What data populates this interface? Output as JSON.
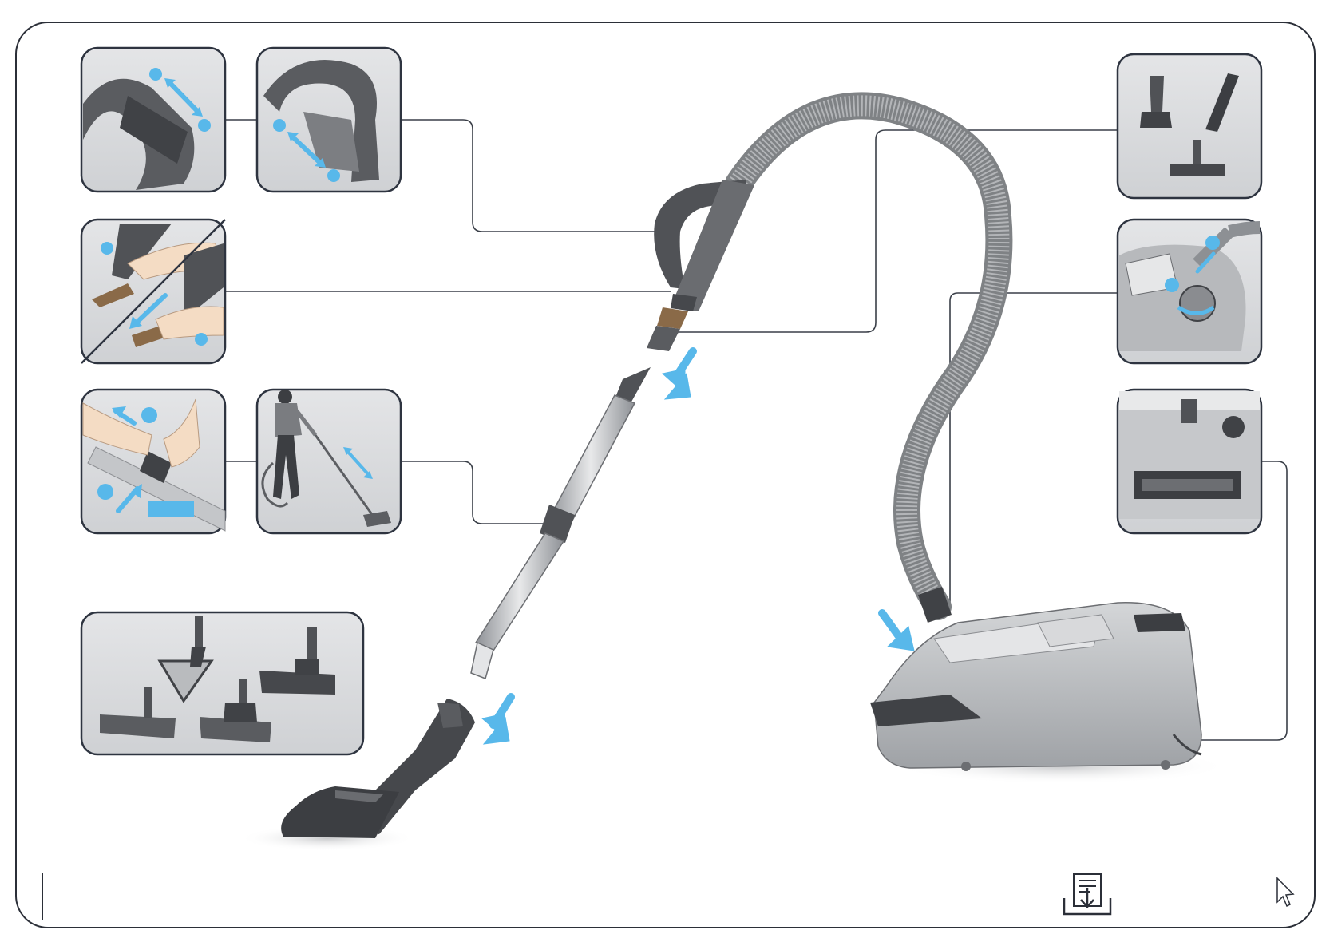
{
  "document": {
    "type": "vacuum-cleaner-assembly-diagram",
    "text_content": ""
  },
  "colors": {
    "frame_stroke": "#2b2f38",
    "panel_stroke": "#2e3440",
    "accent_blue": "#58b8ea",
    "body_gray": "#b7b9bc",
    "dark_gray": "#4a4c50",
    "hose_gray": "#a7a9ab"
  },
  "panels": [
    {
      "id": "handle-slider-1",
      "icon": "handle-slide-icon"
    },
    {
      "id": "handle-slider-2",
      "icon": "handle-slide-icon"
    },
    {
      "id": "nozzle-release",
      "icon": "hand-release-icon"
    },
    {
      "id": "tube-telescope",
      "icon": "tube-adjust-icon"
    },
    {
      "id": "person-vacuuming",
      "icon": "person-icon"
    },
    {
      "id": "floor-nozzles",
      "icon": "nozzles-icon"
    },
    {
      "id": "accessory-tools",
      "icon": "tools-icon"
    },
    {
      "id": "hose-connect",
      "icon": "hose-connect-icon"
    },
    {
      "id": "storage-park",
      "icon": "storage-icon"
    }
  ],
  "icons": {
    "download": "download-icon",
    "cursor": "cursor-icon"
  }
}
